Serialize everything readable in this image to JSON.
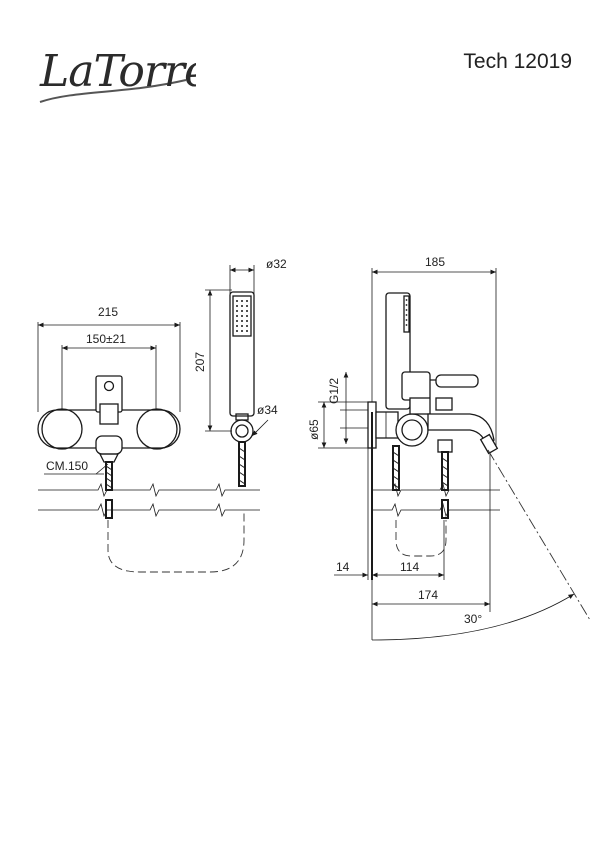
{
  "brand": {
    "logo_text": "LaTorre"
  },
  "model": {
    "code": "Tech 12019"
  },
  "dimensions": {
    "front_width": "215",
    "front_centers": "150±21",
    "handshower_height": "207",
    "handshower_diameter": "ø32",
    "holder_diameter": "ø34",
    "hose_length": "CM.150",
    "side_depth": "185",
    "connection_thread": "G1/2",
    "escutcheon_diameter": "ø65",
    "wall_offset": "14",
    "spout_offset": "114",
    "spout_reach": "174",
    "swivel_angle": "30°"
  }
}
